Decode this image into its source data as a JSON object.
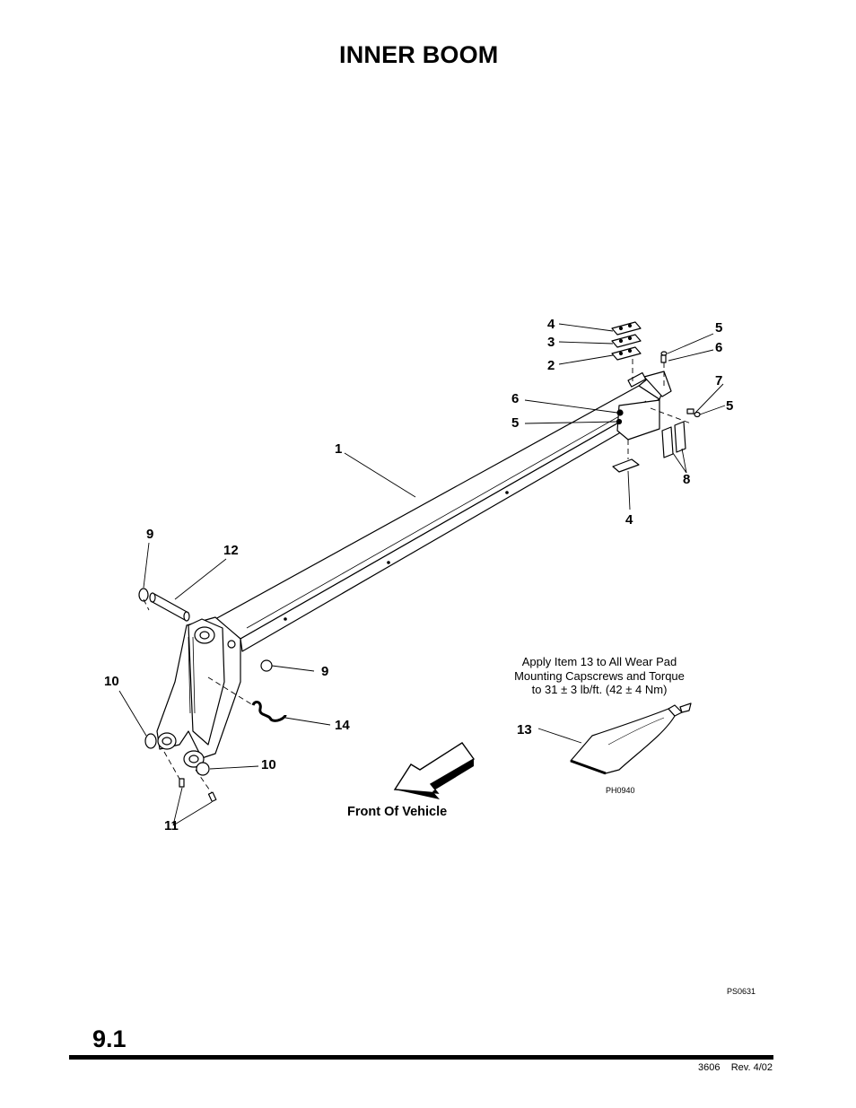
{
  "page": {
    "title": "INNER BOOM",
    "section_number": "9.1",
    "footer": "3606    Rev. 4/02"
  },
  "diagram": {
    "figure_ref": "PS0631",
    "inset_ref": "PH0940",
    "note": [
      "Apply Item 13 to All Wear Pad",
      "Mounting Capscrews and Torque",
      "to 31 ± 3 lb/ft. (42 ± 4 Nm)"
    ],
    "direction_label": "Front Of Vehicle",
    "callouts": [
      {
        "id": "c1",
        "text": "1"
      },
      {
        "id": "c2",
        "text": "2"
      },
      {
        "id": "c3",
        "text": "3"
      },
      {
        "id": "c4a",
        "text": "4"
      },
      {
        "id": "c4b",
        "text": "4"
      },
      {
        "id": "c5a",
        "text": "5"
      },
      {
        "id": "c5b",
        "text": "5"
      },
      {
        "id": "c5c",
        "text": "5"
      },
      {
        "id": "c6a",
        "text": "6"
      },
      {
        "id": "c6b",
        "text": "6"
      },
      {
        "id": "c7",
        "text": "7"
      },
      {
        "id": "c8",
        "text": "8"
      },
      {
        "id": "c9a",
        "text": "9"
      },
      {
        "id": "c9b",
        "text": "9"
      },
      {
        "id": "c10a",
        "text": "10"
      },
      {
        "id": "c10b",
        "text": "10"
      },
      {
        "id": "c11",
        "text": "11"
      },
      {
        "id": "c12",
        "text": "12"
      },
      {
        "id": "c13",
        "text": "13"
      },
      {
        "id": "c14",
        "text": "14"
      }
    ]
  }
}
